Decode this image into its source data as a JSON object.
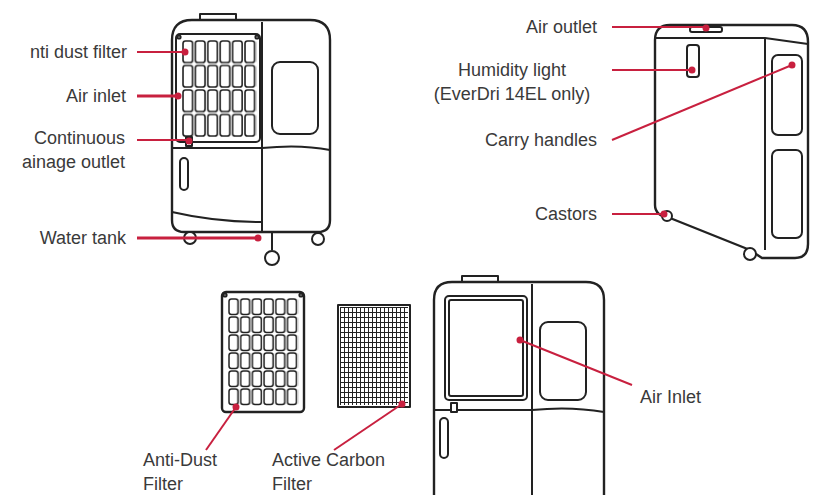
{
  "diagram": {
    "labels": [
      "nti dust filter",
      "Air inlet",
      "Continuous ainage outlet",
      "Water tank",
      "Air outlet",
      "Humidity light (EverDri 14EL only)",
      "Carry handles",
      "Castors",
      "Anti-Dust Filter",
      "Active Carbon Filter",
      "Air Inlet"
    ]
  }
}
